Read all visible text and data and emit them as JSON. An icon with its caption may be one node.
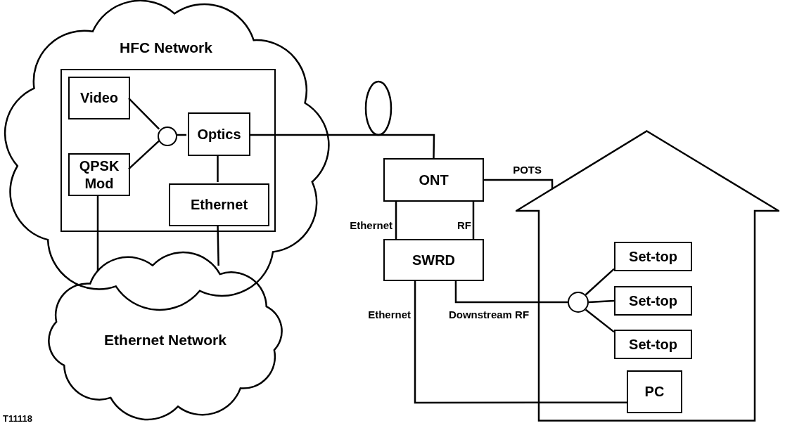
{
  "diagram": {
    "nodes": [
      {
        "text": [
          "HFC Network"
        ]
      },
      {
        "text": [],
        "shape": "box",
        "in": 0
      },
      {
        "text": [
          "Video"
        ],
        "in": 1
      },
      {
        "text": [
          "QPSK Mod"
        ],
        "in": 1
      },
      {
        "text": [],
        "shape": "circle",
        "in": 1
      },
      {
        "text": [
          "Optics"
        ],
        "in": 1
      },
      {
        "text": [
          "Ethernet"
        ],
        "in": 1
      },
      {
        "text": [
          "Ethernet Network"
        ]
      },
      {
        "text": [
          "ONT"
        ]
      },
      {
        "text": [
          "SWRD"
        ]
      },
      {
        "text": [],
        "shape": "house"
      },
      {
        "text": [],
        "shape": "circle",
        "in": 10
      },
      {
        "text": [
          "Set-top"
        ],
        "in": 10
      },
      {
        "text": [
          "Set-top"
        ],
        "in": 10
      },
      {
        "text": [
          "Set-top"
        ],
        "in": 10
      },
      {
        "text": [
          "PC"
        ],
        "in": 10
      }
    ],
    "edges": [
      {
        "from": 2,
        "to": 4,
        "arrow": "none"
      },
      {
        "from": 3,
        "to": 4,
        "arrow": "none"
      },
      {
        "from": 4,
        "to": 5,
        "arrow": "none"
      },
      {
        "from": 5,
        "to": 6,
        "arrow": "none"
      },
      {
        "from": 3,
        "to": 7,
        "arrow": "none"
      },
      {
        "from": 6,
        "to": 7,
        "arrow": "none"
      },
      {
        "from": 5,
        "to": 8,
        "arrow": "none"
      },
      {
        "from": 8,
        "to": 10,
        "label": "POTS",
        "arrow": "none"
      },
      {
        "from": 8,
        "to": 9,
        "label": "Ethernet",
        "arrow": "none"
      },
      {
        "from": 8,
        "to": 9,
        "label": "RF",
        "arrow": "none"
      },
      {
        "from": 9,
        "to": 11,
        "label": "Downstream RF",
        "arrow": "none"
      },
      {
        "from": 11,
        "to": 12,
        "arrow": "none"
      },
      {
        "from": 11,
        "to": 13,
        "arrow": "none"
      },
      {
        "from": 11,
        "to": 14,
        "arrow": "none"
      },
      {
        "from": 9,
        "to": 15,
        "label": "Ethernet",
        "arrow": "none"
      }
    ],
    "labels": [
      "T11118"
    ]
  }
}
